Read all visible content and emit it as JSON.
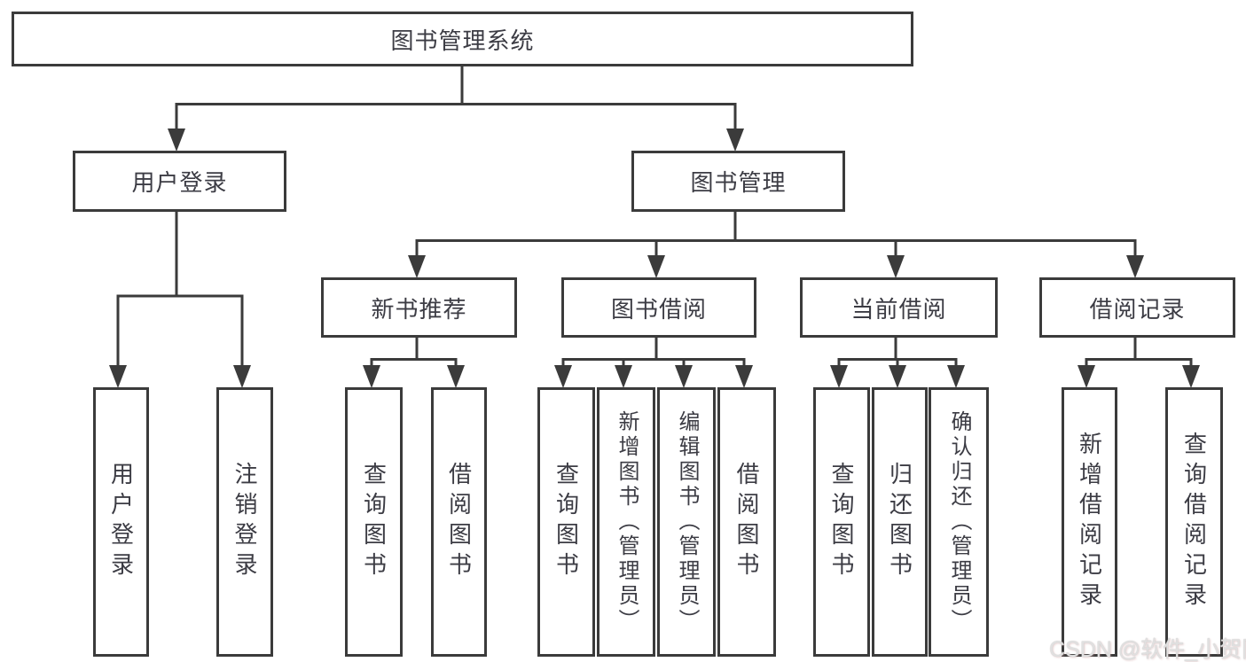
{
  "nodes": {
    "root": {
      "label": "图书管理系统"
    },
    "level2": [
      {
        "label": "用户登录"
      },
      {
        "label": "图书管理"
      }
    ],
    "level3": [
      {
        "label": "新书推荐"
      },
      {
        "label": "图书借阅"
      },
      {
        "label": "当前借阅"
      },
      {
        "label": "借阅记录"
      }
    ],
    "leaves": [
      {
        "label": "用户登录"
      },
      {
        "label": "注销登录"
      },
      {
        "label": "查询图书"
      },
      {
        "label": "借阅图书"
      },
      {
        "label": "查询图书"
      },
      {
        "label": "新增图书（管理员）"
      },
      {
        "label": "编辑图书（管理员）"
      },
      {
        "label": "借阅图书"
      },
      {
        "label": "查询图书"
      },
      {
        "label": "归还图书"
      },
      {
        "label": "确认归还（管理员）"
      },
      {
        "label": "新增借阅记录"
      },
      {
        "label": "查询借阅记录"
      }
    ]
  },
  "watermark": {
    "text": "CSDN @软件_小贺同学"
  },
  "colors": {
    "line": "#3b3b3b",
    "text": "#3c3c44",
    "background": "#ffffff",
    "watermark": "#e0e0e0"
  }
}
